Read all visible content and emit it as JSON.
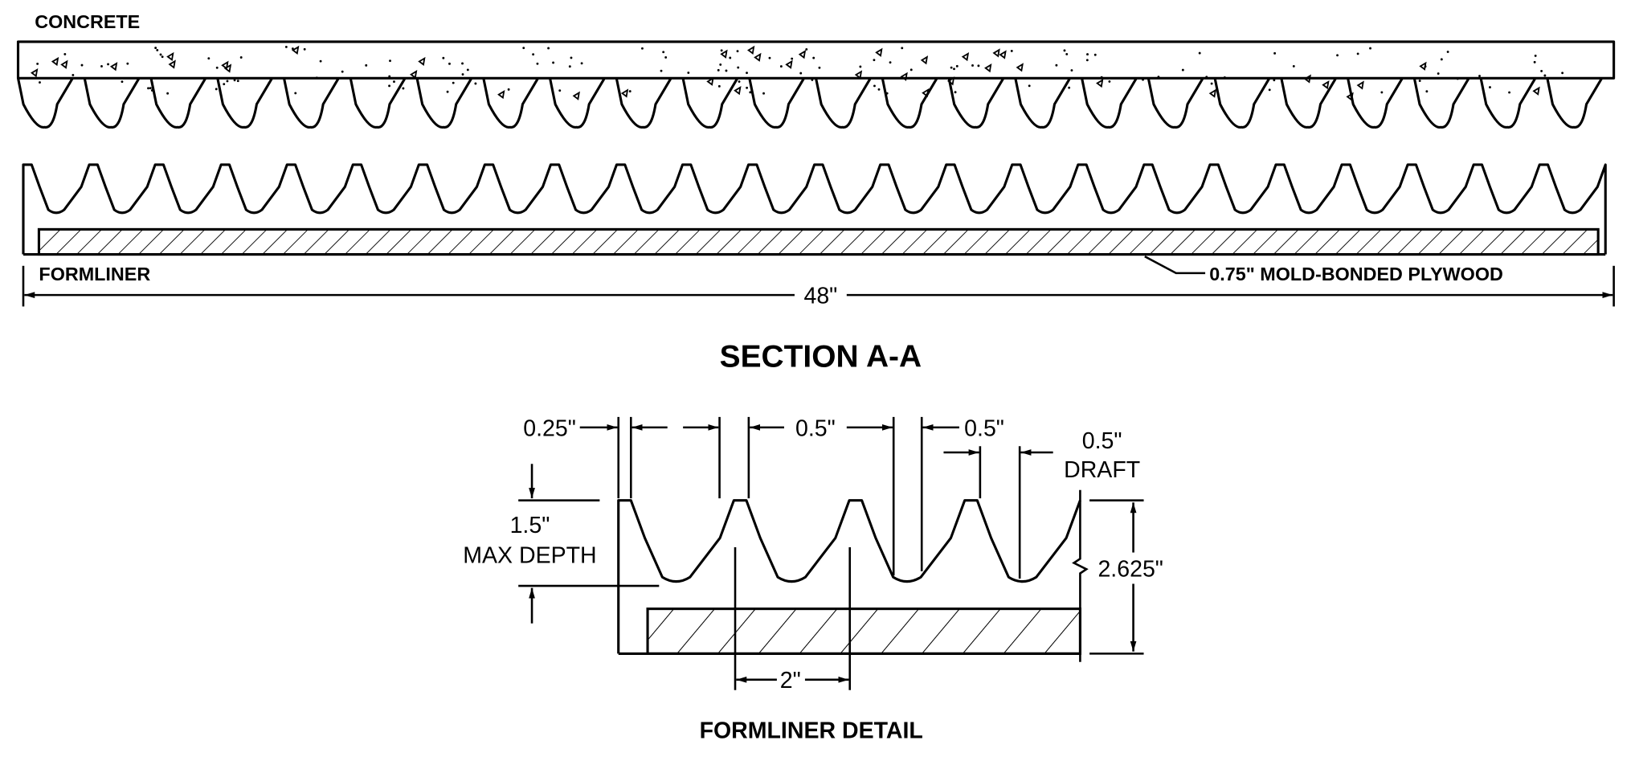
{
  "section": {
    "concrete_label": "CONCRETE",
    "formliner_label": "FORMLINER",
    "plywood_label": "0.75\" MOLD-BONDED  PLYWOOD",
    "width_dim": "48\"",
    "title": "SECTION A-A",
    "teeth_count": 24
  },
  "detail": {
    "dim_top_width": "0.25\"",
    "dim_gap_1": "0.5\"",
    "dim_gap_2": "0.5\"",
    "draft_value": "0.5\"",
    "draft_label": "DRAFT",
    "depth_value": "1.5\"",
    "depth_label": "MAX DEPTH",
    "total_height": "2.625\"",
    "pitch": "2\"",
    "title": "FORMLINER DETAIL"
  },
  "colors": {
    "ink": "#000000",
    "background": "#ffffff"
  }
}
